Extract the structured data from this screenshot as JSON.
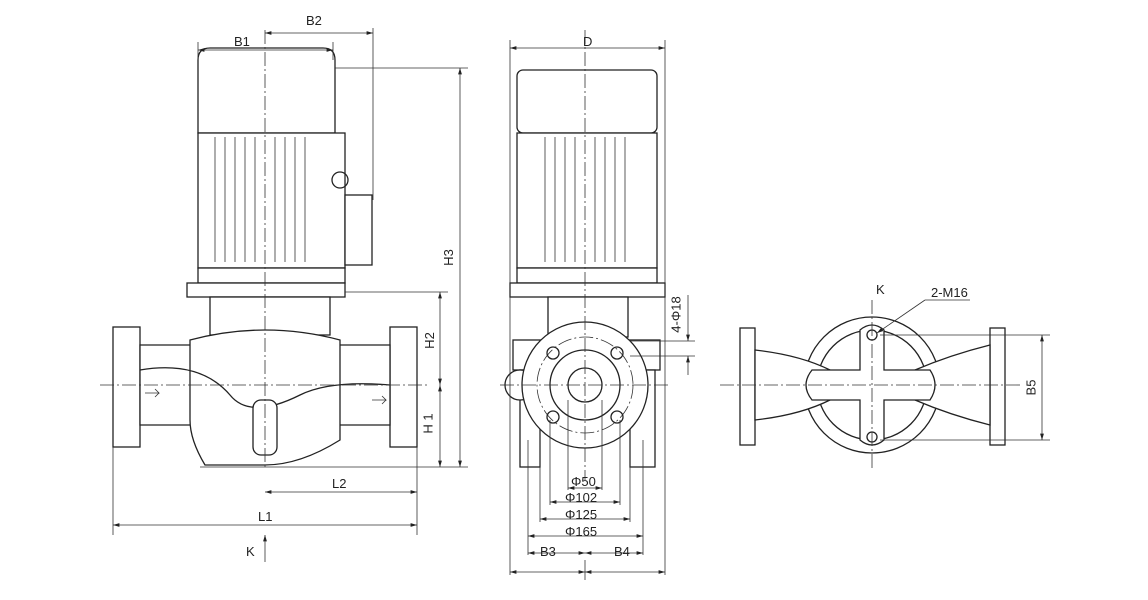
{
  "front_view": {
    "dim_b1": "B1",
    "dim_b2": "B2",
    "dim_h3": "H3",
    "dim_h2": "H2",
    "dim_h1": "H 1",
    "dim_l2": "L2",
    "dim_l1": "L1",
    "view_arrow": "K"
  },
  "side_view": {
    "dim_d": "D",
    "dim_holes": "4-Φ18",
    "dim_phi50": "Φ50",
    "dim_phi102": "Φ102",
    "dim_phi125": "Φ125",
    "dim_phi165": "Φ165",
    "dim_b3": "B3",
    "dim_b4": "B4"
  },
  "top_view": {
    "view_label": "K",
    "bolts": "2-M16",
    "dim_b5": "B5"
  }
}
